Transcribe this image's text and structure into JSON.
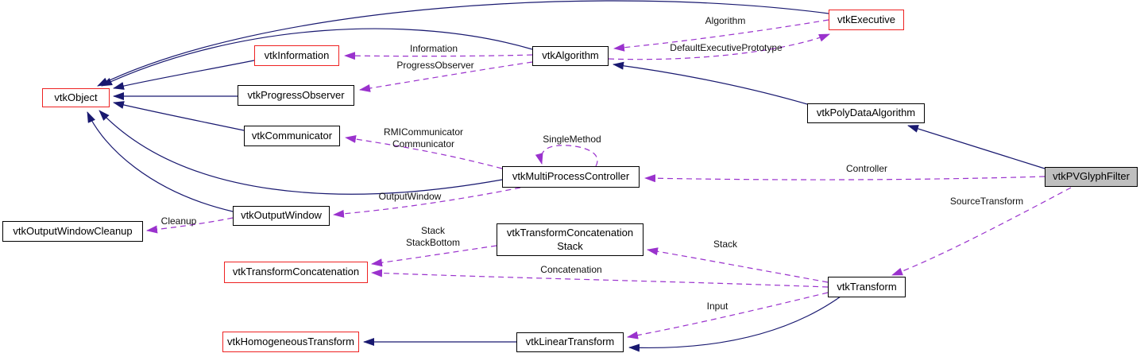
{
  "diagram": {
    "type": "class-collaboration-graph",
    "selected_class": "vtkPVGlyphFilter",
    "colors": {
      "inheritance_edge": "#191970",
      "usage_edge": "#9a32cd",
      "node_border": "#000000",
      "truncated_node_border": "#ee2222",
      "selected_node_fill": "#bfbfbf",
      "background": "#ffffff"
    },
    "nodes": {
      "vtk_object": {
        "label": "vtkObject"
      },
      "vtk_information": {
        "label": "vtkInformation"
      },
      "vtk_progress_observer": {
        "label": "vtkProgressObserver"
      },
      "vtk_communicator": {
        "label": "vtkCommunicator"
      },
      "vtk_algorithm": {
        "label": "vtkAlgorithm"
      },
      "vtk_executive": {
        "label": "vtkExecutive"
      },
      "vtk_poly_data_algorithm": {
        "label": "vtkPolyDataAlgorithm"
      },
      "vtk_multi_process_controller": {
        "label": "vtkMultiProcessController"
      },
      "vtk_pv_glyph_filter": {
        "label": "vtkPVGlyphFilter"
      },
      "vtk_output_window_cleanup": {
        "label": "vtkOutputWindowCleanup"
      },
      "vtk_output_window": {
        "label": "vtkOutputWindow"
      },
      "vtk_transform_concatenation_stack": {
        "lines": [
          "vtkTransformConcatenation",
          "Stack"
        ]
      },
      "vtk_transform_concatenation": {
        "label": "vtkTransformConcatenation"
      },
      "vtk_transform": {
        "label": "vtkTransform"
      },
      "vtk_homogeneous_transform": {
        "label": "vtkHomogeneousTransform"
      },
      "vtk_linear_transform": {
        "label": "vtkLinearTransform"
      }
    },
    "edge_labels": {
      "information": "Information",
      "progress_observer": "ProgressObserver",
      "algorithm": "Algorithm",
      "default_executive_prototype": "DefaultExecutivePrototype",
      "rmi_communicator": [
        "RMICommunicator",
        "Communicator"
      ],
      "single_method": "SingleMethod",
      "controller": "Controller",
      "output_window": "OutputWindow",
      "cleanup": "Cleanup",
      "stack_stack_bottom": [
        "Stack",
        "StackBottom"
      ],
      "stack": "Stack",
      "concatenation": "Concatenation",
      "source_transform": "SourceTransform",
      "input": "Input"
    }
  }
}
